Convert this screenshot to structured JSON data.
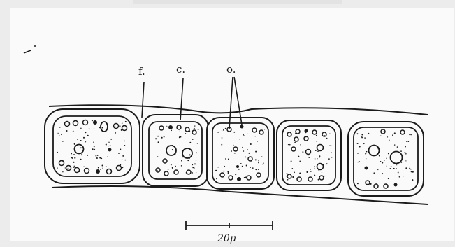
{
  "labels": {
    "filament": "f.",
    "chloroplast": "c.",
    "oil_drops": "o."
  },
  "scale_bar": {
    "label": "20μ"
  },
  "colors": {
    "paper": "#fafafa",
    "ink": "#1b1b1b",
    "margin": "#ececec"
  }
}
